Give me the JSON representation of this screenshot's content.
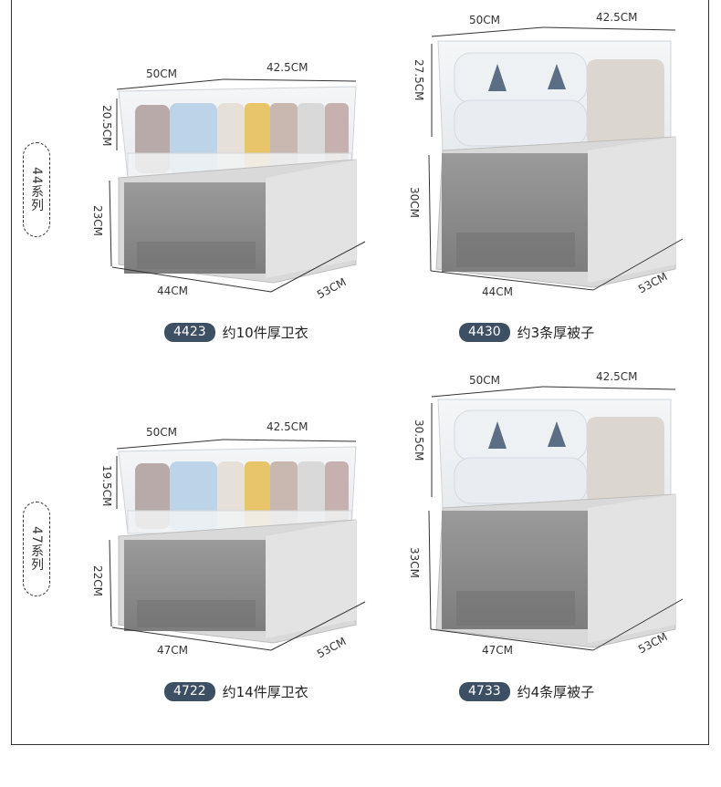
{
  "series": {
    "s44": "44系列",
    "s47": "47系列"
  },
  "products": [
    {
      "model": "4423",
      "desc": "约10件厚卫衣",
      "width": "50CM",
      "depth_top": "42.5CM",
      "top_h": "20.5CM",
      "bottom_h": "23CM",
      "bottom_w": "44CM",
      "bottom_d": "53CM"
    },
    {
      "model": "4430",
      "desc": "约3条厚被子",
      "width": "50CM",
      "depth_top": "42.5CM",
      "top_h": "27.5CM",
      "bottom_h": "30CM",
      "bottom_w": "44CM",
      "bottom_d": "53CM"
    },
    {
      "model": "4722",
      "desc": "约14件厚卫衣",
      "width": "50CM",
      "depth_top": "42.5CM",
      "top_h": "19.5CM",
      "bottom_h": "22CM",
      "bottom_w": "47CM",
      "bottom_d": "53CM"
    },
    {
      "model": "4733",
      "desc": "约4条厚被子",
      "width": "50CM",
      "depth_top": "42.5CM",
      "top_h": "30.5CM",
      "bottom_h": "33CM",
      "bottom_w": "47CM",
      "bottom_d": "53CM"
    }
  ],
  "colors": {
    "badge": "#3d4f63",
    "drawer_gray": "#d9d9d9",
    "drawer_dark": "#8a8a8a"
  }
}
